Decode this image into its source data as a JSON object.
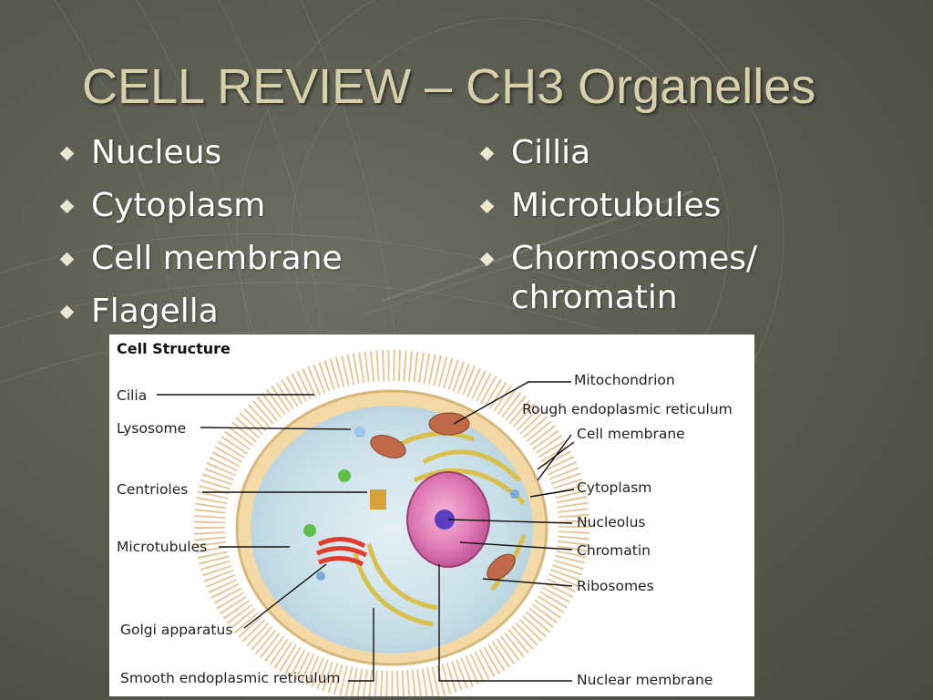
{
  "slide": {
    "title": "CELL REVIEW – CH3 Organelles",
    "left_list": [
      "Nucleus",
      "Cytoplasm",
      "Cell membrane",
      "Flagella"
    ],
    "right_list": [
      "Cillia",
      "Microtubules",
      "Chormosomes/ chromatin"
    ]
  },
  "diagram": {
    "title": "Cell Structure",
    "labels": {
      "cilia": "Cilia",
      "lysosome": "Lysosome",
      "centrioles": "Centrioles",
      "microtubules": "Microtubules",
      "golgi": "Golgi apparatus",
      "smooth_er": "Smooth endoplasmic reticulum",
      "mitochondrion": "Mitochondrion",
      "rough_er": "Rough endoplasmic reticulum",
      "cell_membrane": "Cell membrane",
      "cytoplasm": "Cytoplasm",
      "nucleolus": "Nucleolus",
      "chromatin": "Chromatin",
      "ribosomes": "Ribosomes",
      "nuclear_membrane": "Nuclear membrane"
    }
  },
  "colors": {
    "background": "#5a5c50",
    "title": "#d7d1ab",
    "bullet_text": "#ffffff"
  }
}
